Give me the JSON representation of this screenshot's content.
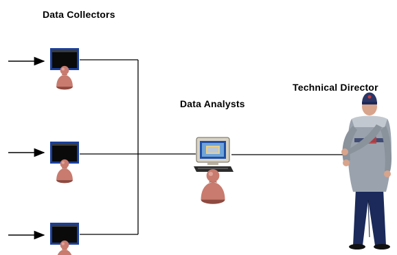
{
  "labels": {
    "data_collectors": "Data Collectors",
    "data_analysts": "Data Analysts",
    "technical_director": "Technical Director"
  },
  "icons": {
    "collector": "computer-user-icon",
    "analyst": "computer-user-icon",
    "director": "person-photo"
  },
  "colors": {
    "line": "#000000",
    "monitor_frame": "#1a3f9c",
    "monitor_screen": "#0a0a0a",
    "person": "#c87b6e",
    "person_shadow": "#8e4a40",
    "coat": "#9aa2ad",
    "pants": "#1b2a5a",
    "hat": "#2a3666"
  }
}
